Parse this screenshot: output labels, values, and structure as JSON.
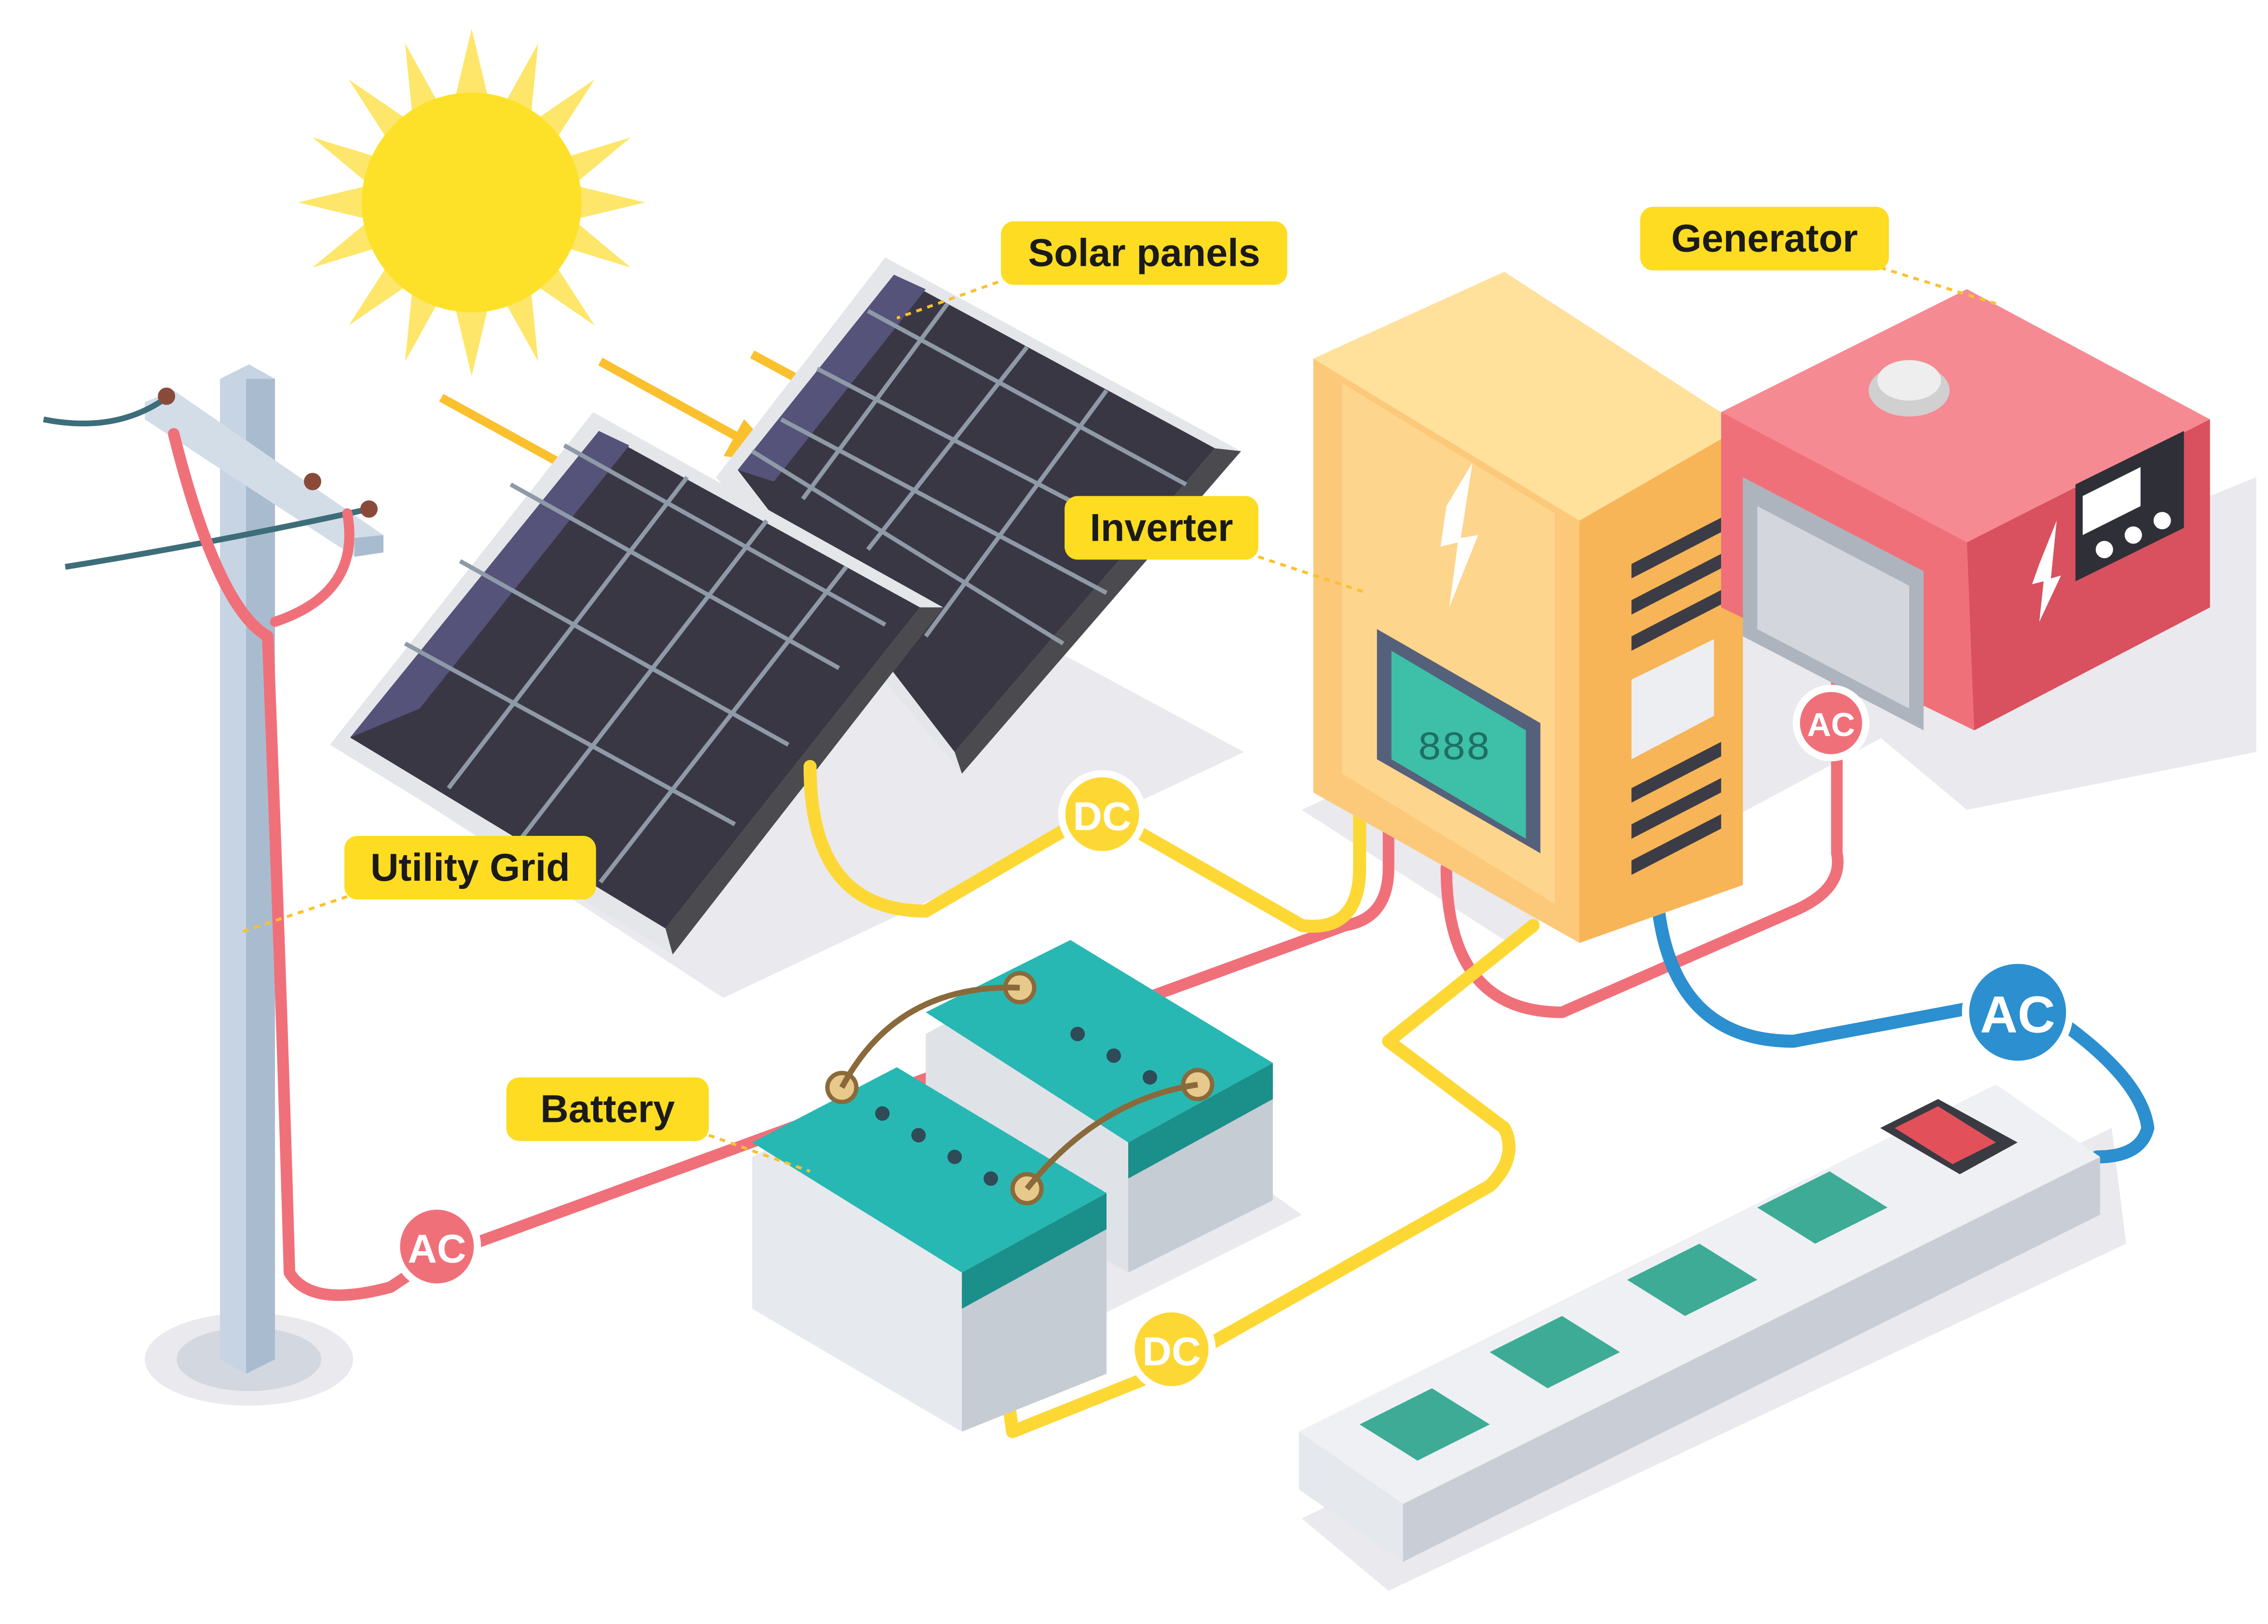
{
  "labels": {
    "solar_panels": "Solar panels",
    "generator": "Generator",
    "inverter": "Inverter",
    "utility_grid": "Utility Grid",
    "battery": "Battery"
  },
  "badges": {
    "dc_solar": "DC",
    "dc_battery": "DC",
    "ac_grid": "AC",
    "ac_generator": "AC",
    "ac_output": "AC"
  },
  "inverter_display": "888",
  "colors": {
    "dc_wire": "#fdd835",
    "ac_wire": "#f0707a",
    "ac_output_wire": "#2b8fd0",
    "label_bg": "#fddc21",
    "sun": "#fde128"
  }
}
